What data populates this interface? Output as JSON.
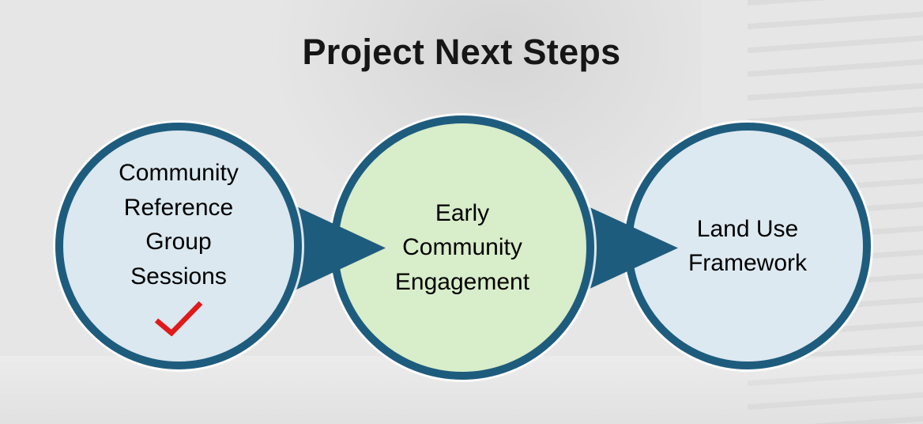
{
  "title": "Project Next Steps",
  "diagram": {
    "steps": [
      {
        "text": "Community\nReference\nGroup\nSessions",
        "fill": "#dbe8ef",
        "has_checkmark": true
      },
      {
        "text": "Early\nCommunity\nEngagement",
        "fill": "#d8edc9",
        "has_checkmark": false
      },
      {
        "text": "Land Use\nFramework",
        "fill": "#dde9f1",
        "has_checkmark": false
      }
    ],
    "colors": {
      "circle_border": "#1e5c7e",
      "arrow": "#1e5c7e",
      "checkmark": "#e01a1a",
      "background": "#e6e6e6",
      "text": "#000000"
    }
  }
}
